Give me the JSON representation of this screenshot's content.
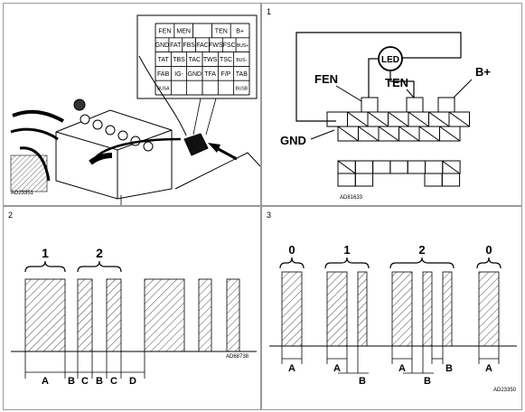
{
  "panels": [
    {
      "number": "",
      "code": "AD23351"
    },
    {
      "number": "1",
      "code": "AD81633"
    },
    {
      "number": "2",
      "code": "AD68738"
    },
    {
      "number": "3",
      "code": "AD23350"
    }
  ],
  "connector_inset": {
    "rows": [
      [
        "FEN",
        "MEN",
        "",
        "TEN",
        "B+"
      ],
      [
        "GND",
        "FAT",
        "FBS",
        "FAC",
        "FWS",
        "FSC",
        "BUS+"
      ],
      [
        "TAT",
        "TBS",
        "TAC",
        "TWS",
        "TSC",
        "BUS-"
      ],
      [
        "FAB",
        "IG-",
        "GND",
        "TFA",
        "F/P",
        "TAB"
      ],
      [
        "BUSA",
        "",
        "",
        "",
        "",
        "BUSB"
      ]
    ]
  },
  "wiring": {
    "led": "LED",
    "fen": "FEN",
    "ten": "TEN",
    "bplus": "B+",
    "gnd": "GND"
  },
  "pulse2": {
    "group_labels": [
      "1",
      "2"
    ],
    "interval_labels": [
      "A",
      "B",
      "C",
      "B",
      "C",
      "D"
    ]
  },
  "pulse3": {
    "group_labels": [
      "0",
      "1",
      "2",
      "0"
    ],
    "a_label": "A",
    "b_label": "B"
  },
  "colors": {
    "line": "#000000",
    "border": "#9a9a9a",
    "fill": "#ffffff"
  }
}
